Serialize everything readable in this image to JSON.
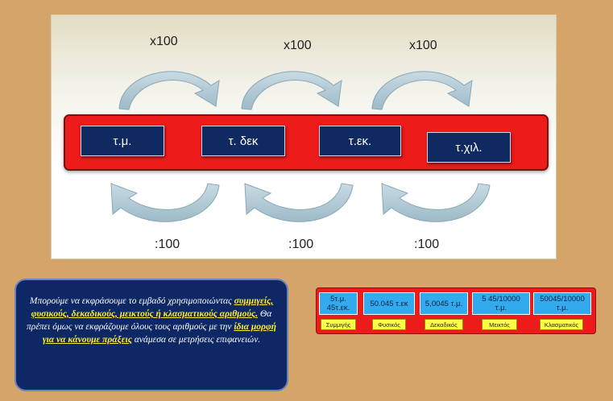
{
  "diagram": {
    "top_factors": [
      "x100",
      "x100",
      "x100"
    ],
    "bottom_factors": [
      ":100",
      ":100",
      ":100"
    ],
    "units": [
      "τ.μ.",
      "τ. δεκ",
      "τ.εκ.",
      "τ.χιλ."
    ]
  },
  "info": {
    "line1": "Μπορούμε να εκφράσουμε το εμβαδό χρησιμοποιώντας",
    "highlight1": "συμμιγείς, φυσικούς, δεκαδικούς, μεικτούς ή κλασματικούς αριθμούς.",
    "line2": "Θα πρέπει όμως να εκφράζουμε όλους τους αριθμούς με την",
    "highlight2": "ίδια μορφή για να κάνουμε πράξεις",
    "line3": "ανάμεσα σε μετρήσεις επιφανειών."
  },
  "examples": {
    "values": [
      {
        "line1": "5τ.μ.",
        "line2": "45τ.εκ."
      },
      {
        "line1": "50.045 τ.εκ",
        "line2": ""
      },
      {
        "line1": "5,0045 τ.μ.",
        "line2": ""
      },
      {
        "line1": "5  45/10000",
        "line2": "τ.μ."
      },
      {
        "line1": "50045/10000",
        "line2": "τ.μ."
      }
    ],
    "categories": [
      "Συμμιγής",
      "Φυσικός",
      "Δεκαδικός",
      "Μεικτός",
      "Κλασματικός"
    ]
  },
  "colors": {
    "background": "#d4a468",
    "bar": "#ee1b1b",
    "unit_box": "#0f2a60",
    "arrow": "#a9c6d2",
    "info_box": "#0e2765",
    "highlight": "#ffee33",
    "mini_value": "#33aaee",
    "mini_category": "#ffff44"
  }
}
